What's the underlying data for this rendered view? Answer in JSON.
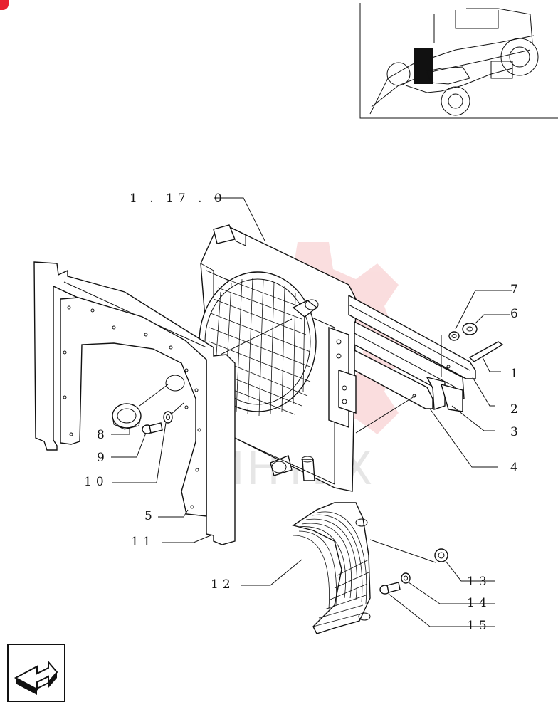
{
  "watermark": {
    "text": "ИНТЕХ",
    "color": "#f2a0a3"
  },
  "accent_color": "#e8202f",
  "icons": {
    "inset": "tractor-thumbnail-icon",
    "navigation": "return-arrow-icon",
    "corner": "brand-corner-icon"
  },
  "callouts": [
    {
      "id": "ref",
      "label": "1 . 17 . 0"
    },
    {
      "id": "p1",
      "label": "1"
    },
    {
      "id": "p2",
      "label": "2"
    },
    {
      "id": "p3",
      "label": "3"
    },
    {
      "id": "p4",
      "label": "4"
    },
    {
      "id": "p5",
      "label": "5"
    },
    {
      "id": "p6",
      "label": "6"
    },
    {
      "id": "p7",
      "label": "7"
    },
    {
      "id": "p8",
      "label": "8"
    },
    {
      "id": "p9",
      "label": "9"
    },
    {
      "id": "p10",
      "label": "10"
    },
    {
      "id": "p11",
      "label": "11"
    },
    {
      "id": "p12",
      "label": "12"
    },
    {
      "id": "p13",
      "label": "13"
    },
    {
      "id": "p14",
      "label": "14"
    },
    {
      "id": "p15",
      "label": "15"
    }
  ]
}
